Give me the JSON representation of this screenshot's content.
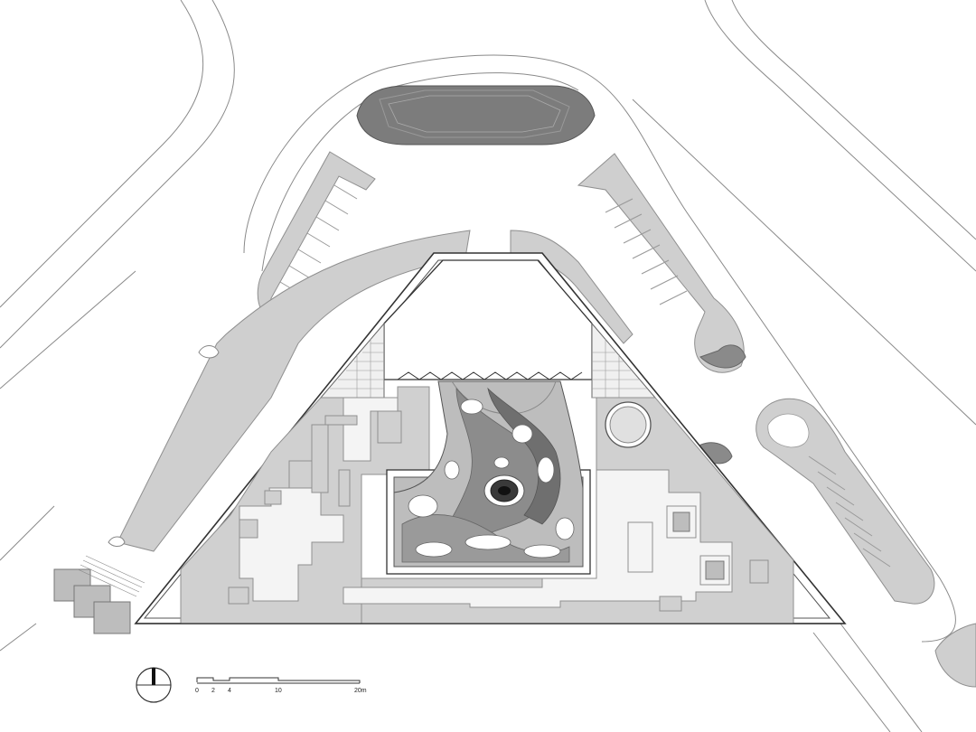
{
  "scale_bar": {
    "ticks": [
      "0",
      "2",
      "4",
      "10",
      "20m"
    ]
  },
  "north_arrow": {
    "icon": "north-arrow-icon"
  },
  "colors": {
    "background": "#ffffff",
    "zone_fill": "#d0d0d0",
    "plaza_fill": "#bdbdbd",
    "dark_fill": "#6f6f6f",
    "line": "#555555"
  }
}
